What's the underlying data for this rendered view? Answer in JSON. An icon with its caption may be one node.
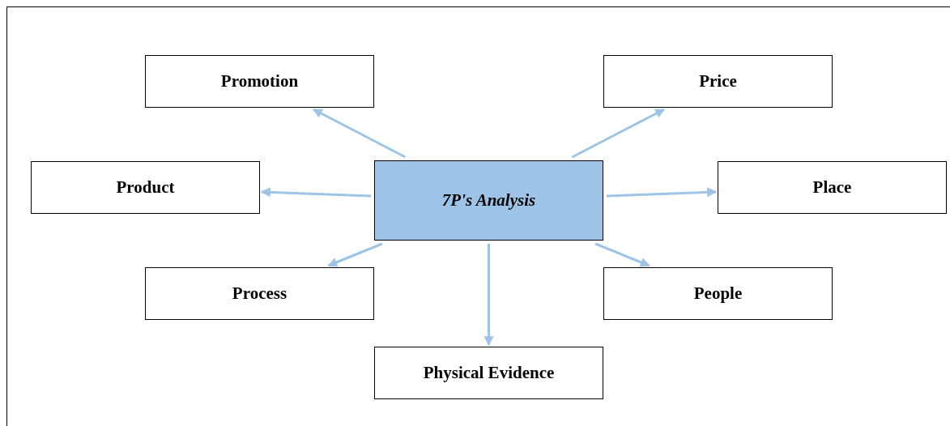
{
  "diagram": {
    "nodes": [
      {
        "text": [
          "7P's Analysis"
        ]
      },
      {
        "text": [
          "Promotion"
        ]
      },
      {
        "text": [
          "Price"
        ]
      },
      {
        "text": [
          "Product"
        ]
      },
      {
        "text": [
          "Place"
        ]
      },
      {
        "text": [
          "Process"
        ]
      },
      {
        "text": [
          "People"
        ]
      },
      {
        "text": [
          "Physical Evidence"
        ]
      }
    ],
    "edges": [
      {
        "from": 0,
        "to": 1,
        "arrow": "to"
      },
      {
        "from": 0,
        "to": 2,
        "arrow": "to"
      },
      {
        "from": 0,
        "to": 3,
        "arrow": "to"
      },
      {
        "from": 0,
        "to": 4,
        "arrow": "to"
      },
      {
        "from": 0,
        "to": 5,
        "arrow": "to"
      },
      {
        "from": 0,
        "to": 6,
        "arrow": "to"
      },
      {
        "from": 0,
        "to": 7,
        "arrow": "to"
      }
    ]
  }
}
